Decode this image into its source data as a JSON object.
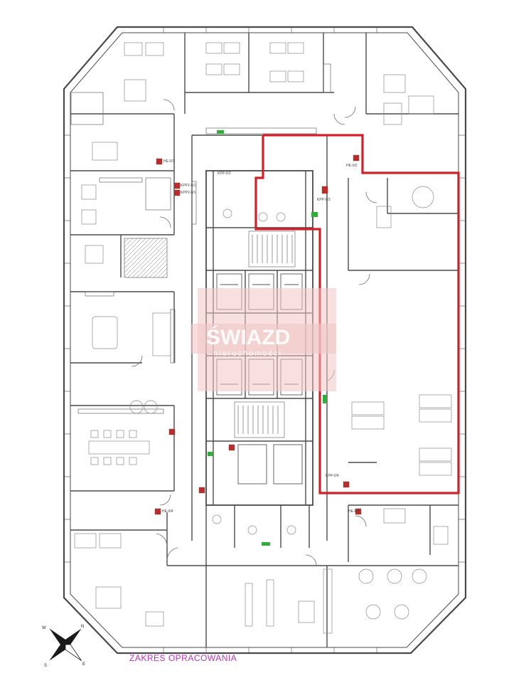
{
  "colors": {
    "wall": "#4a4a4a",
    "furniture": "#8a8a8a",
    "highlight": "#d0202a",
    "watermark": "#f2c6c6",
    "caption": "#c030c0",
    "exit_sign": "#2fae3a",
    "extinguisher": "#c22a2a"
  },
  "watermark": {
    "line1": "ŚWIAZD",
    "line2": "nieruchomości"
  },
  "caption": {
    "scope": "ZAKRES OPRACOWANIA"
  },
  "labels": {
    "hydrant_ne": "HE-0/2",
    "hydrant_nw": "HE-0/1",
    "hydrant_sw": "HE-0/4",
    "hydrant_se": "HE-0/3",
    "fire_1": "KPP1-0/1",
    "fire_2": "KPP2-0/1",
    "fire_3": "KPP-0/3",
    "fire_4": "KPP-0/4",
    "riser": "KPP-0/2"
  },
  "compass": {
    "n": "N",
    "s": "S",
    "e": "E",
    "w": "W"
  }
}
